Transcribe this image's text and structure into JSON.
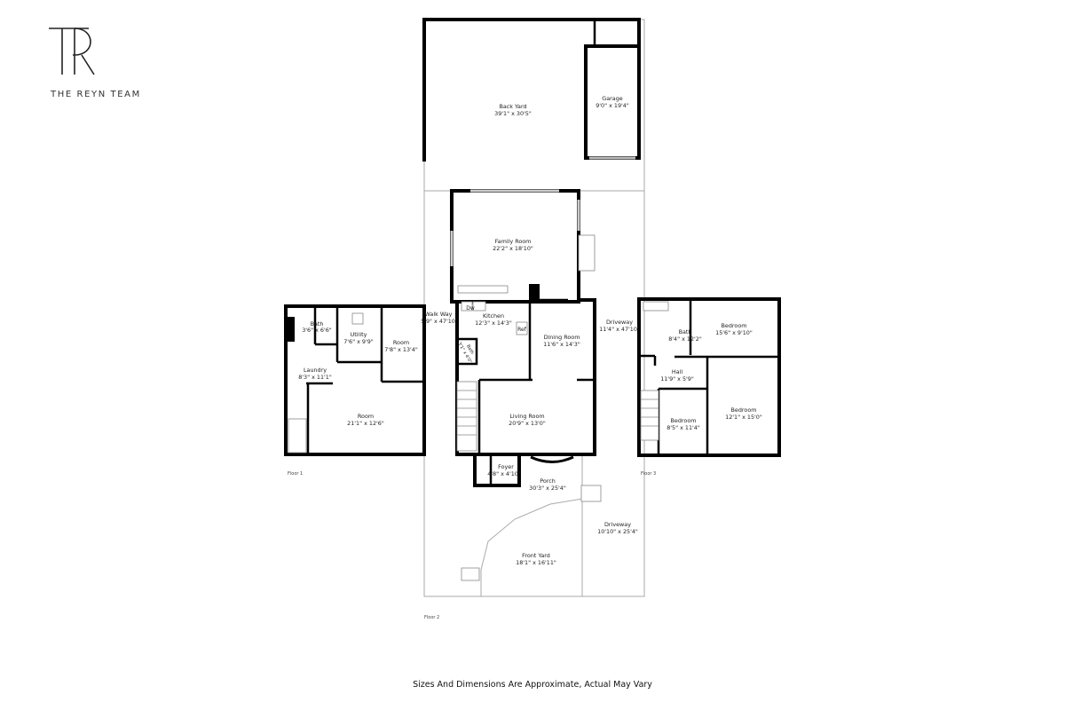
{
  "brand": {
    "logo_mark": "TR",
    "name": "THE REYN TEAM"
  },
  "footer": "Sizes And Dimensions Are Approximate, Actual May Vary",
  "floors": {
    "floor1": {
      "label": "Floor 1",
      "rooms": [
        {
          "name": "Bath",
          "dims": "3'6\" x 6'6\""
        },
        {
          "name": "Utility",
          "dims": "7'6\" x 9'9\""
        },
        {
          "name": "Room",
          "dims": "7'8\" x 13'4\""
        },
        {
          "name": "Laundry",
          "dims": "8'3\" x 11'1\""
        },
        {
          "name": "Room",
          "dims": "21'1\" x 12'6\""
        }
      ]
    },
    "floor2": {
      "label": "Floor 2",
      "rooms": [
        {
          "name": "Back Yard",
          "dims": "39'1\" x 30'5\""
        },
        {
          "name": "Garage",
          "dims": "9'0\" x 19'4\""
        },
        {
          "name": "Family Room",
          "dims": "22'2\" x 18'10\""
        },
        {
          "name": "Walk Way",
          "dims": "5'9\" x 47'10\""
        },
        {
          "name": "Kitchen",
          "dims": "12'3\" x 14'3\""
        },
        {
          "name": "Dining Room",
          "dims": "11'6\" x 14'3\""
        },
        {
          "name": "Driveway",
          "dims": "11'4\" x 47'10\""
        },
        {
          "name": "Bath",
          "dims": "3'1\" x 4'0\""
        },
        {
          "name": "Living Room",
          "dims": "20'9\" x 13'0\""
        },
        {
          "name": "Foyer",
          "dims": "4'8\" x 4'10\""
        },
        {
          "name": "Porch",
          "dims": "30'3\" x 25'4\""
        },
        {
          "name": "Driveway",
          "dims": "10'10\" x 25'4\""
        },
        {
          "name": "Front Yard",
          "dims": "18'1\" x 16'11\""
        }
      ],
      "fixtures": {
        "dishwasher": "Dw",
        "refrigerator": "Ref"
      }
    },
    "floor3": {
      "label": "Floor 3",
      "rooms": [
        {
          "name": "Bath",
          "dims": "8'4\" x 12'2\""
        },
        {
          "name": "Bedroom",
          "dims": "15'6\" x 9'10\""
        },
        {
          "name": "Hall",
          "dims": "11'9\" x 5'9\""
        },
        {
          "name": "Bedroom",
          "dims": "8'5\" x 11'4\""
        },
        {
          "name": "Bedroom",
          "dims": "12'1\" x 15'0\""
        }
      ]
    }
  }
}
